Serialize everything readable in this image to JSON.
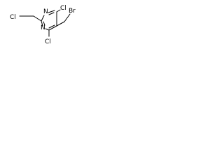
{
  "molecule": {
    "atoms": {
      "n_top": "N",
      "n_bottom": "N",
      "cl_left": "Cl",
      "cl_right_top": "Cl",
      "cl_right_bottom": "Cl",
      "br": "Br"
    },
    "colors": {
      "bond": "#000000",
      "label": "#000000",
      "background": "#ffffff"
    }
  }
}
